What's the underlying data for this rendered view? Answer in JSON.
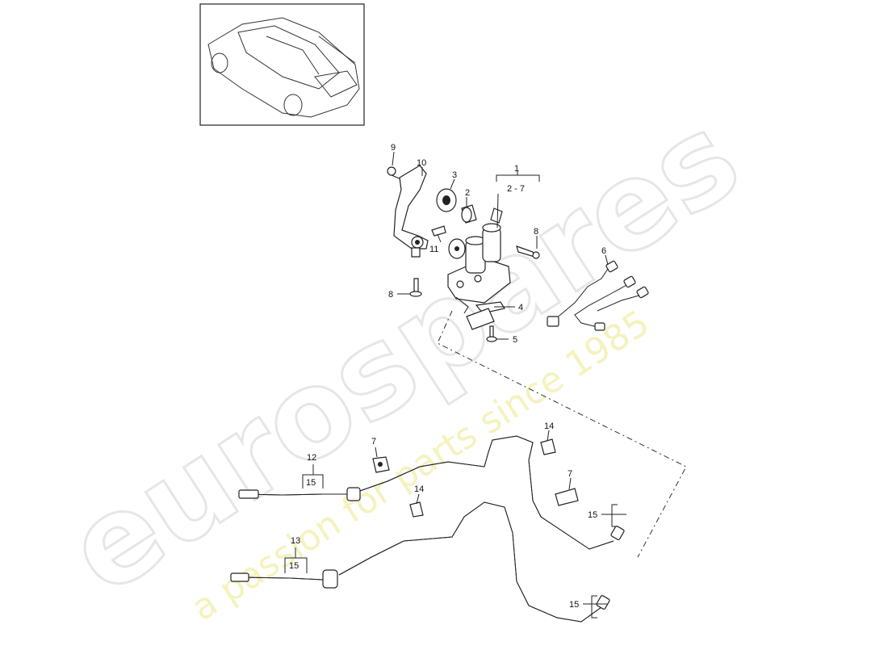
{
  "watermark": {
    "brand": "eurospares",
    "tagline": "a passion for parts since 1985"
  },
  "thumbnail": {
    "icon": "car-overview-icon"
  },
  "callouts": {
    "c1": "1",
    "c1_range": "2 - 7",
    "c2": "2",
    "c3": "3",
    "c4": "4",
    "c5": "5",
    "c6": "6",
    "c7a": "7",
    "c7b": "7",
    "c8a": "8",
    "c8b": "8",
    "c9": "9",
    "c10": "10",
    "c11": "11",
    "c12": "12",
    "c12_sub": "15",
    "c13": "13",
    "c13_sub": "15",
    "c14a": "14",
    "c14b": "14",
    "c15a": "15",
    "c15b": "15"
  }
}
